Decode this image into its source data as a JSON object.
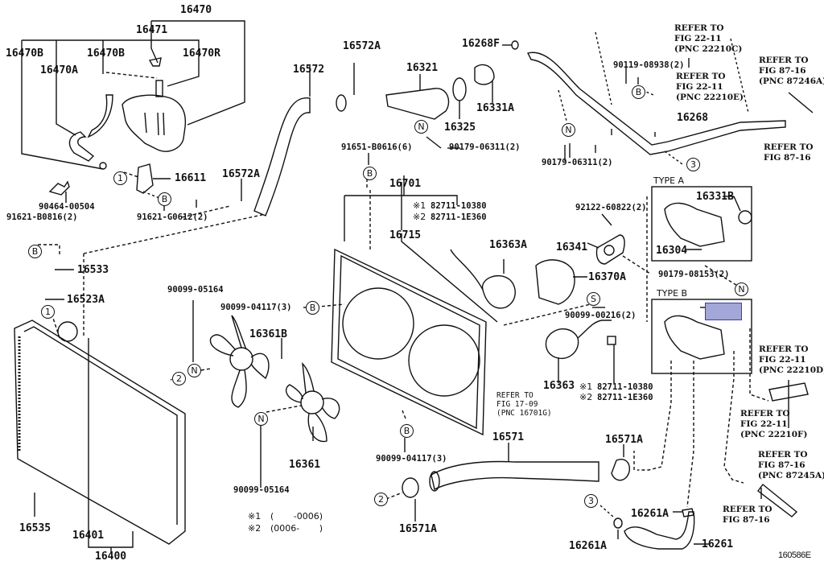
{
  "diagram": {
    "figure_code": "160586E",
    "highlight_color": "#a3a6d8",
    "labels": {
      "p16470": "16470",
      "p16471": "16471",
      "p16470B_1": "16470B",
      "p16470B_2": "16470B",
      "p16470R": "16470R",
      "p16470A": "16470A",
      "p16611": "16611",
      "p90464": "90464-00504",
      "p91621B": "91621-B0816(2)",
      "p91621G": "91621-G0612(2)",
      "p16572A_1": "16572A",
      "p16572A_2": "16572A",
      "p16572": "16572",
      "p16321": "16321",
      "p16268F": "16268F",
      "p16331A": "16331A",
      "p16325": "16325",
      "p90179a": "90179-06311(2)",
      "p90179b": "90179-06311(2)",
      "p91651": "91651-B0616(6)",
      "p90119": "90119-08938(2)",
      "p16268": "16268",
      "p16701": "16701",
      "p16715": "16715",
      "p82711a_1": "82711-10380",
      "p82711a_2": "82711-1E360",
      "p82711b_1": "82711-10380",
      "p82711b_2": "82711-1E360",
      "p16363A": "16363A",
      "p92122": "92122-60822(2)",
      "p16341": "16341",
      "p16370A": "16370A",
      "p90099_00216": "90099-00216(2)",
      "p16363": "16363",
      "p16533": "16533",
      "p16523A": "16523A",
      "p90099_05164a": "90099-05164",
      "p90099_05164b": "90099-05164",
      "p90099_04117a": "90099-04117(3)",
      "p90099_04117b": "90099-04117(3)",
      "p16361B": "16361B",
      "p16361": "16361",
      "p16535": "16535",
      "p16401": "16401",
      "p16400": "16400",
      "p16571": "16571",
      "p16571A_1": "16571A",
      "p16571A_2": "16571A",
      "p16261A_1": "16261A",
      "p16261A_2": "16261A",
      "p16261": "16261",
      "p16331B": "16331B",
      "p16304": "16304",
      "p90179_08153": "90179-08153(2)"
    },
    "types": {
      "type_a": "TYPE A",
      "type_b": "TYPE B"
    },
    "refer_notes": {
      "r22210C": "REFER TO\nFIG 22-11\n(PNC 22210C)",
      "r22210E": "REFER TO\nFIG 22-11\n(PNC 22210E)",
      "r87246A": "REFER TO\nFIG 87-16\n(PNC 87246A)",
      "r8716a": "REFER TO\nFIG 87-16",
      "r22210D": "REFER TO\nFIG 22-11\n(PNC 22210D)",
      "r22210F": "REFER TO\nFIG 22-11\n(PNC 22210F)",
      "r87245A": "REFER TO\nFIG 87-16\n(PNC 87245A)",
      "r8716b": "REFER TO\nFIG 87-16",
      "r16701G": "REFER TO\nFIG 17-09\n(PNC 16701G)"
    },
    "markers": {
      "m1": "1",
      "m2": "2",
      "m3": "3",
      "mB": "B",
      "mN": "N",
      "mS": "S"
    },
    "footnotes": {
      "mark1": "※1",
      "mark2": "※2",
      "sym1": "※1",
      "sym2": "※2",
      "range1": "(       -0006)",
      "range2": "(0006-       )"
    }
  }
}
